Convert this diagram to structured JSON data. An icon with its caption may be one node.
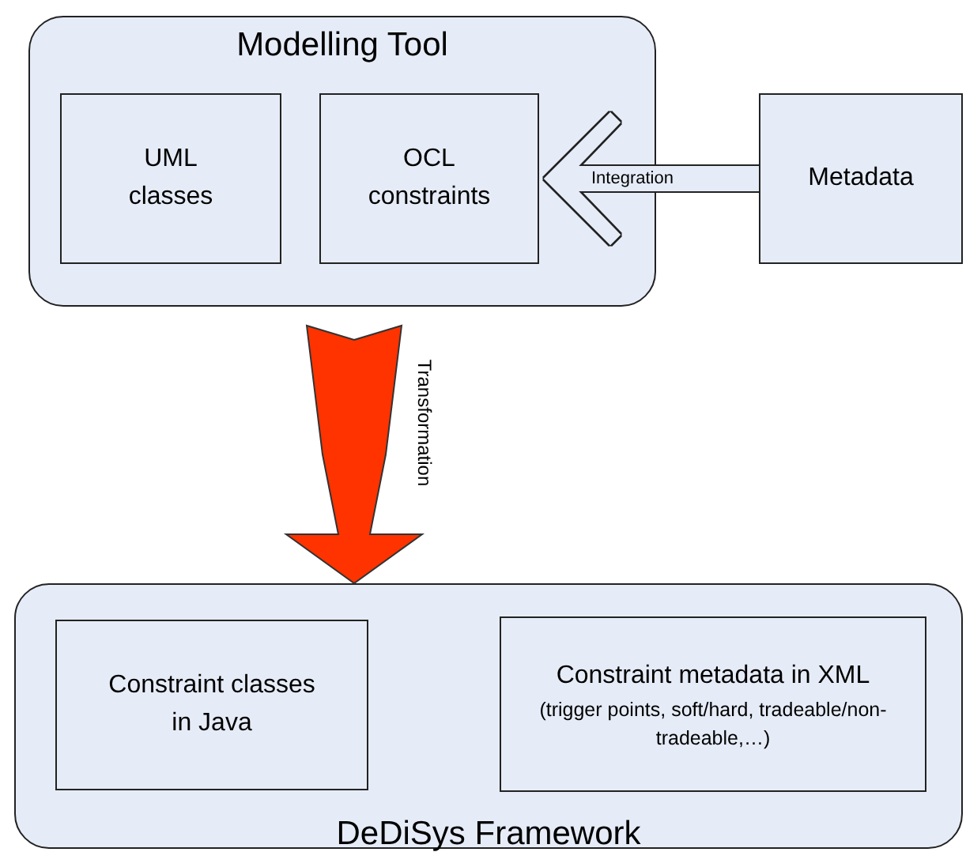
{
  "diagram": {
    "nodes": [
      {
        "text": [
          "Modelling Tool"
        ]
      },
      {
        "text": [
          "UML classes"
        ],
        "in": 0
      },
      {
        "text": [
          "OCL constraints"
        ],
        "in": 0
      },
      {
        "text": [
          "Metadata"
        ]
      },
      {
        "text": [
          "DeDiSys Framework"
        ]
      },
      {
        "text": [
          "Constraint classes in Java"
        ],
        "in": 4
      },
      {
        "text": [
          "Constraint metadata in XML",
          "(trigger points, soft/hard, tradeable/non-tradeable,…)"
        ],
        "in": 4
      }
    ],
    "edges": [
      {
        "from": 3,
        "to": 2,
        "arrow": "to",
        "label": "Integration"
      },
      {
        "from": 0,
        "to": 4,
        "arrow": "to",
        "label": "Transformation",
        "style": "thick",
        "color": "#ff3300"
      }
    ]
  }
}
